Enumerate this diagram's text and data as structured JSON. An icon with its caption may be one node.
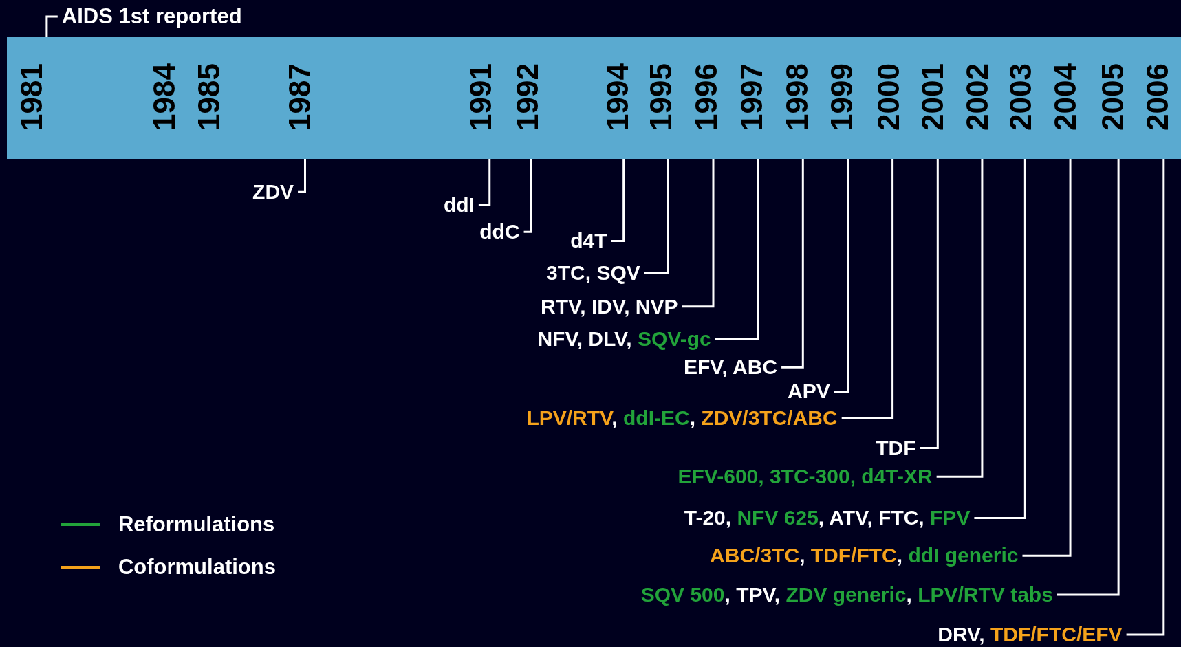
{
  "diagram": {
    "nodes": [
      {
        "text": [
          "1981"
        ]
      },
      {
        "text": [
          "1984"
        ]
      },
      {
        "text": [
          "1985"
        ]
      },
      {
        "text": [
          "1987"
        ]
      },
      {
        "text": [
          "1991"
        ]
      },
      {
        "text": [
          "1992"
        ]
      },
      {
        "text": [
          "1994"
        ]
      },
      {
        "text": [
          "1995"
        ]
      },
      {
        "text": [
          "1996"
        ]
      },
      {
        "text": [
          "1997"
        ]
      },
      {
        "text": [
          "1998"
        ]
      },
      {
        "text": [
          "1999"
        ]
      },
      {
        "text": [
          "2000"
        ]
      },
      {
        "text": [
          "2001"
        ]
      },
      {
        "text": [
          "2002"
        ]
      },
      {
        "text": [
          "2003"
        ]
      },
      {
        "text": [
          "2004"
        ]
      },
      {
        "text": [
          "2005"
        ]
      },
      {
        "text": [
          "2006"
        ]
      },
      {
        "text": [
          "AIDS 1st reported"
        ]
      },
      {
        "text": [
          "ZDV"
        ]
      },
      {
        "text": [
          "ddI"
        ]
      },
      {
        "text": [
          "ddC"
        ]
      },
      {
        "text": [
          "d4T"
        ]
      },
      {
        "text": [
          "3TC, SQV"
        ]
      },
      {
        "text": [
          "RTV, IDV, NVP"
        ]
      },
      {
        "text": [
          "NFV, DLV, *SQV-gc*"
        ]
      },
      {
        "text": [
          "EFV, ABC"
        ]
      },
      {
        "text": [
          "APV"
        ]
      },
      {
        "text": [
          "**LPV/RTV**, *ddI-EC*, **ZDV/3TC/ABC**"
        ]
      },
      {
        "text": [
          "TDF"
        ]
      },
      {
        "text": [
          "*EFV-600, 3TC-300, d4T-XR*"
        ]
      },
      {
        "text": [
          "T-20, *NFV 625*, ATV, FTC, *FPV*"
        ]
      },
      {
        "text": [
          "**ABC/3TC**, **TDF/FTC**, *ddI generic*"
        ]
      },
      {
        "text": [
          "*SQV 500*, TPV, *ZDV generic*, *LPV/RTV tabs*"
        ]
      },
      {
        "text": [
          "DRV, **TDF/FTC/EFV**"
        ]
      }
    ],
    "edges": [
      {
        "from": 0,
        "to": 19,
        "arrow": "none"
      },
      {
        "from": 3,
        "to": 20,
        "arrow": "none"
      },
      {
        "from": 4,
        "to": 21,
        "arrow": "none"
      },
      {
        "from": 5,
        "to": 22,
        "arrow": "none"
      },
      {
        "from": 6,
        "to": 23,
        "arrow": "none"
      },
      {
        "from": 7,
        "to": 24,
        "arrow": "none"
      },
      {
        "from": 8,
        "to": 25,
        "arrow": "none"
      },
      {
        "from": 9,
        "to": 26,
        "arrow": "none"
      },
      {
        "from": 10,
        "to": 27,
        "arrow": "none"
      },
      {
        "from": 11,
        "to": 28,
        "arrow": "none"
      },
      {
        "from": 12,
        "to": 29,
        "arrow": "none"
      },
      {
        "from": 13,
        "to": 30,
        "arrow": "none"
      },
      {
        "from": 14,
        "to": 31,
        "arrow": "none"
      },
      {
        "from": 15,
        "to": 32,
        "arrow": "none"
      },
      {
        "from": 16,
        "to": 33,
        "arrow": "none"
      },
      {
        "from": 17,
        "to": 34,
        "arrow": "none"
      },
      {
        "from": 18,
        "to": 35,
        "arrow": "none"
      }
    ],
    "legend": [
      {
        "text": "Reformulations",
        "color": "#22a33a"
      },
      {
        "text": "Coformulations",
        "color": "#f5a21b"
      }
    ]
  }
}
